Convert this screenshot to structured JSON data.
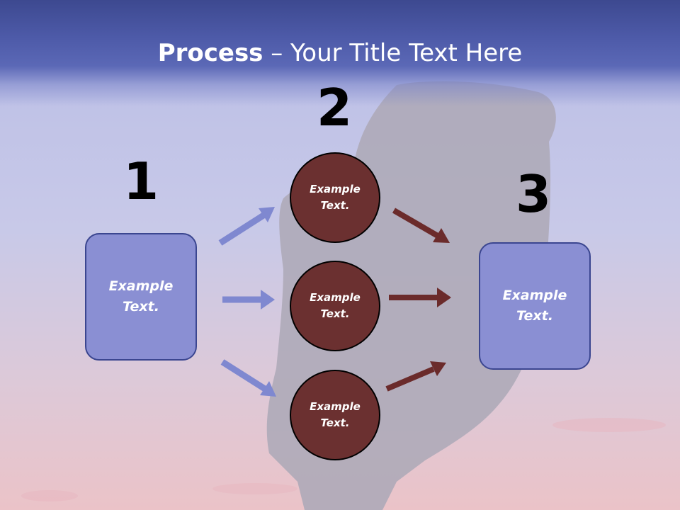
{
  "title": {
    "bold": "Process",
    "rest": " – Your Title Text Here"
  },
  "steps": {
    "one": "1",
    "two": "2",
    "three": "3"
  },
  "left_box": {
    "line1": "Example",
    "line2": "Text."
  },
  "right_box": {
    "line1": "Example",
    "line2": "Text."
  },
  "circles": [
    {
      "line1": "Example",
      "line2": "Text."
    },
    {
      "line1": "Example",
      "line2": "Text."
    },
    {
      "line1": "Example",
      "line2": "Text."
    }
  ],
  "colors": {
    "title_band": "#4d5aa8",
    "box_fill": "#8a8fd3",
    "circle_fill": "#6b3030",
    "arrow_blue": "#7f88d0",
    "arrow_red": "#6b2b2b"
  }
}
